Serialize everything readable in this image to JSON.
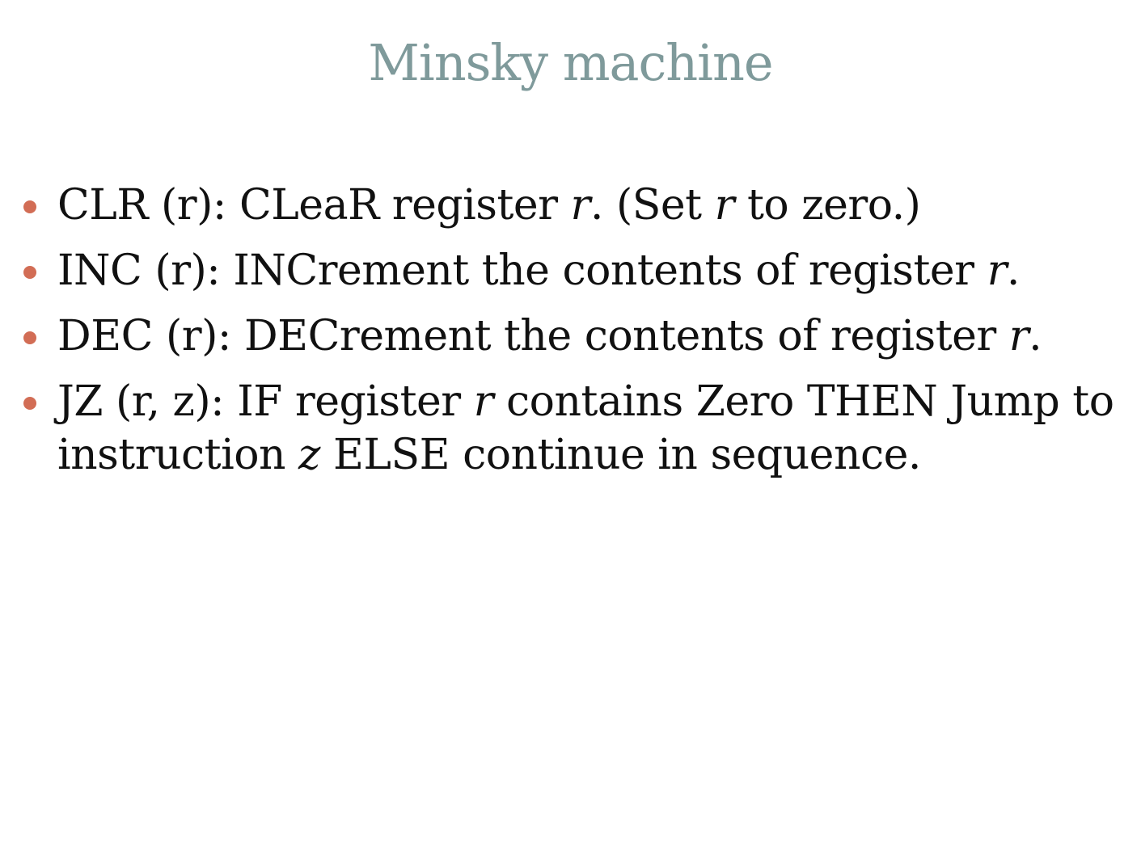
{
  "slide": {
    "title": "Minsky machine",
    "bullet_color": "#d26d55",
    "title_color": "#7f9a9b",
    "bullets": [
      {
        "parts": [
          "CLR (r): CLeaR register ",
          "r",
          ". (Set ",
          "r",
          " to zero.)"
        ]
      },
      {
        "parts": [
          "INC (r): INCrement the contents of register ",
          "r",
          "."
        ]
      },
      {
        "parts": [
          "DEC (r): DECrement the contents of register ",
          "r",
          "."
        ]
      },
      {
        "parts": [
          "JZ (r, z): IF register ",
          "r",
          " contains Zero THEN Jump to",
          "instruction ",
          "z",
          " ELSE continue in sequence."
        ]
      }
    ]
  }
}
